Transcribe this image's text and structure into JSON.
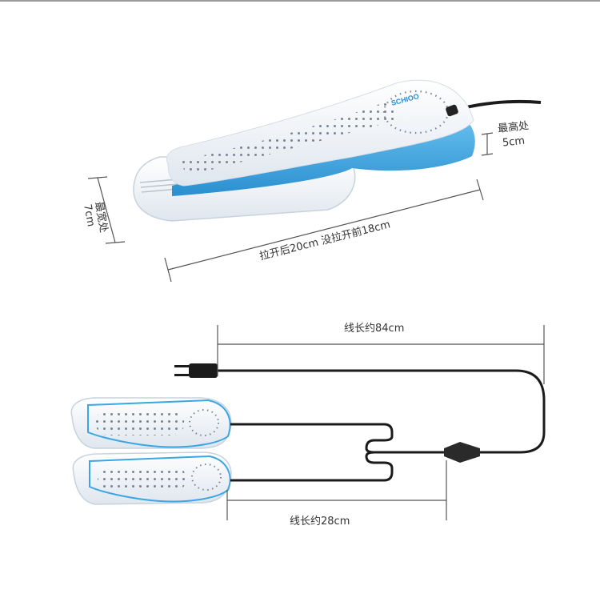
{
  "product": {
    "brand_mark": "SCHIOO",
    "colors": {
      "shell": "#f2f5f9",
      "accent": "#3aa6e3",
      "cord": "#1b1b1b",
      "dim_line": "#555555"
    }
  },
  "dimensions": {
    "height_label_line1": "最高处",
    "height_label_line2": "5cm",
    "width_label_line1": "最宽处",
    "width_label_line2": "7cm",
    "length_label": "拉开后20cm  没拉开前18cm",
    "cord_total_label": "线长约84cm",
    "cord_branch_label": "线长约28cm"
  }
}
